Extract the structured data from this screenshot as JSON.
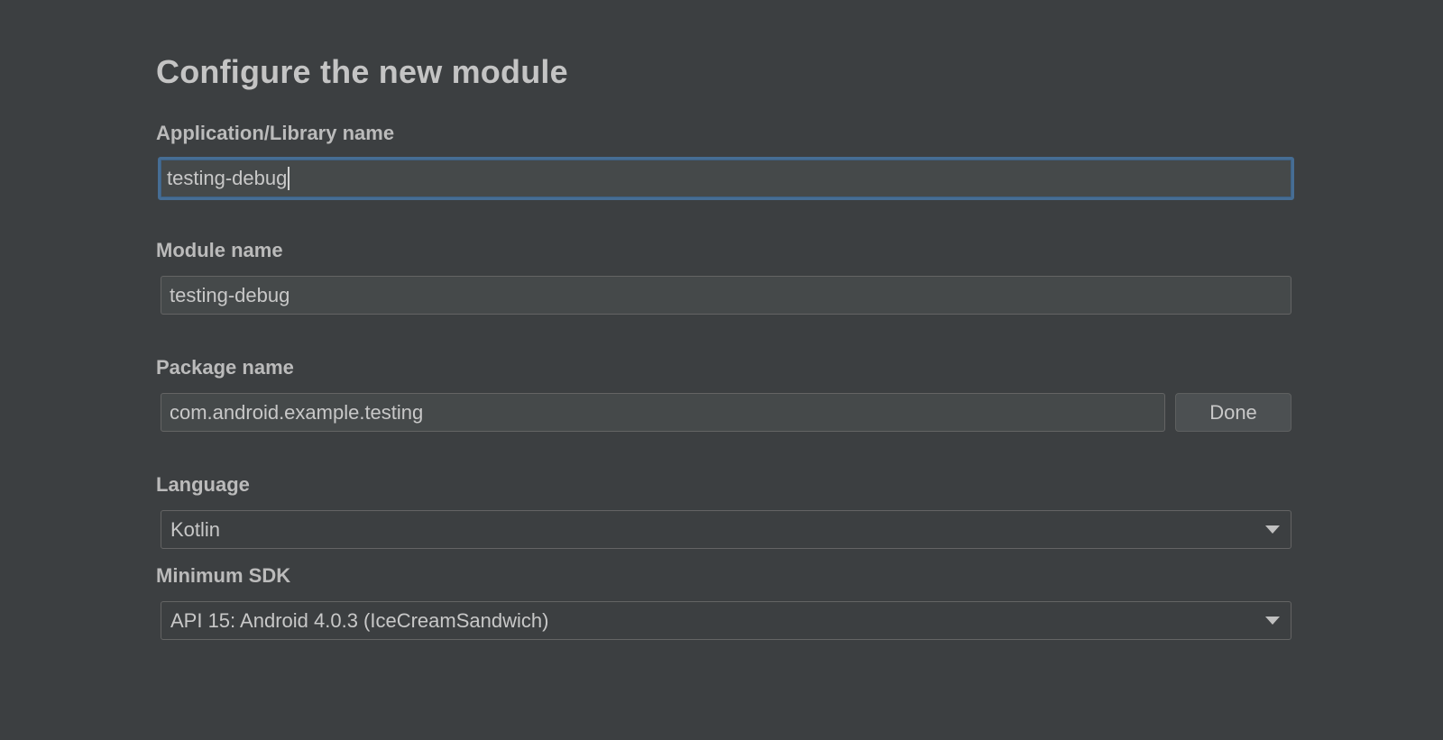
{
  "dialog": {
    "title": "Configure the new module"
  },
  "app_name": {
    "label": "Application/Library name",
    "value": "testing-debug"
  },
  "module_name": {
    "label": "Module name",
    "value": "testing-debug"
  },
  "package_name": {
    "label": "Package name",
    "value": "com.android.example.testing",
    "done_label": "Done"
  },
  "language": {
    "label": "Language",
    "selected": "Kotlin",
    "icon": "chevron-down-icon"
  },
  "min_sdk": {
    "label": "Minimum SDK",
    "selected": "API 15: Android 4.0.3 (IceCreamSandwich)",
    "icon": "chevron-down-icon"
  },
  "colors": {
    "background": "#3c3f41",
    "focus_border": "#466d94",
    "field_background": "#45494a"
  }
}
